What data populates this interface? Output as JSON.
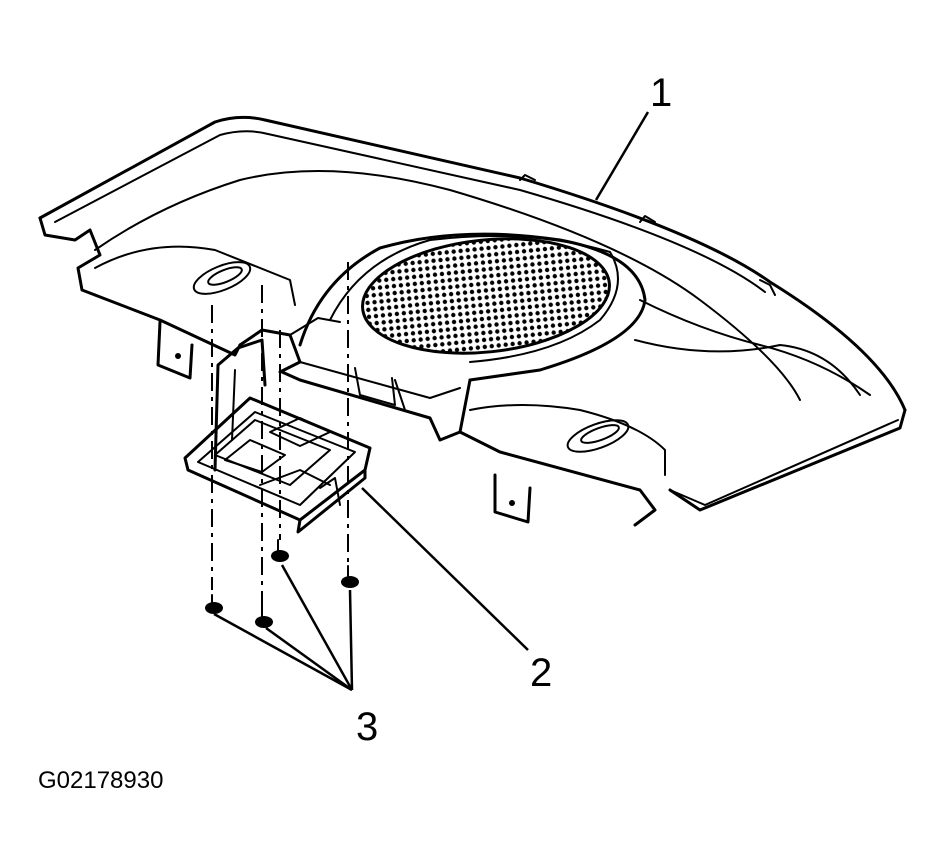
{
  "figure": {
    "callouts": {
      "shelf": "1",
      "bracket": "2",
      "fasteners": "3"
    },
    "figure_id": "G02178930",
    "colors": {
      "ink": "#000000",
      "paper": "#ffffff"
    }
  }
}
